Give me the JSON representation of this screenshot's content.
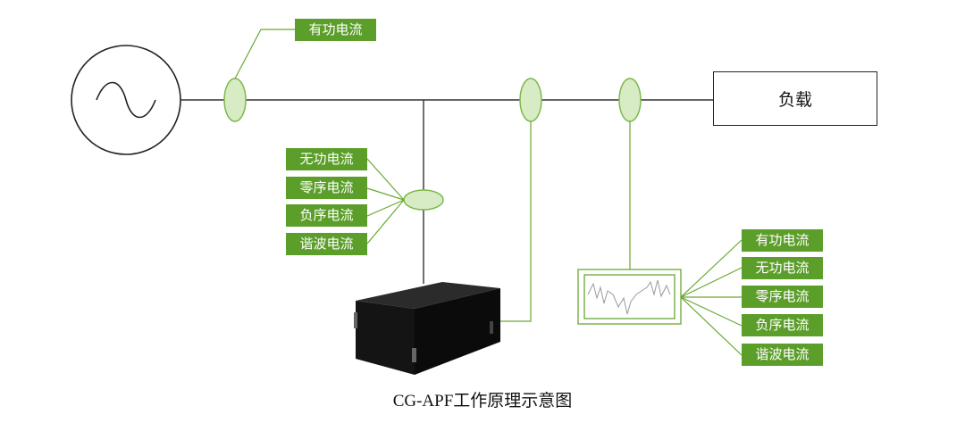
{
  "diagram": {
    "load_label": "负载",
    "top_tag": "有功电流",
    "left_tags": [
      "无功电流",
      "零序电流",
      "负序电流",
      "谐波电流"
    ],
    "right_tags": [
      "有功电流",
      "无功电流",
      "零序电流",
      "负序电流",
      "谐波电流"
    ],
    "caption": "CG-APF工作原理示意图"
  },
  "colors": {
    "tag_green": "#5c9e2a",
    "ct_fill": "#d7ecc4",
    "ct_stroke": "#7db84a",
    "line": "#333333"
  },
  "icons": {
    "source": "ac-source-icon",
    "device": "apf-cabinet-icon",
    "waveform": "waveform-display-icon"
  }
}
